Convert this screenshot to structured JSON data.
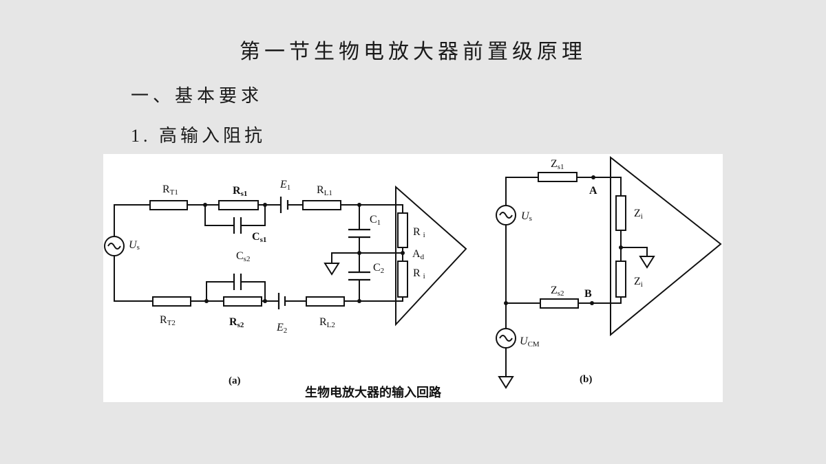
{
  "slide": {
    "title": "第一节生物电放大器前置级原理",
    "heading": "一、基本要求",
    "subheading": "1. 高输入阻抗"
  },
  "figure": {
    "caption": "生物电放大器的输入回路",
    "panel_a": {
      "label": "(a)",
      "labels": {
        "RT1": {
          "main": "R",
          "sub": "T1"
        },
        "Rs1": {
          "main": "R",
          "sub": "s1"
        },
        "E1": {
          "main": "E",
          "sub": "1"
        },
        "RL1": {
          "main": "R",
          "sub": "L1"
        },
        "C1": {
          "main": "C",
          "sub": "1"
        },
        "Ri_upper": {
          "main": "R",
          "sub": "i"
        },
        "Ad": {
          "main": "A",
          "sub": "d"
        },
        "Cs1": {
          "main": "C",
          "sub": "s1"
        },
        "Cs2": {
          "main": "C",
          "sub": "s2"
        },
        "C2": {
          "main": "C",
          "sub": "2"
        },
        "Ri_lower": {
          "main": "R",
          "sub": "i"
        },
        "RT2": {
          "main": "R",
          "sub": "T2"
        },
        "Rs2": {
          "main": "R",
          "sub": "s2"
        },
        "E2": {
          "main": "E",
          "sub": "2"
        },
        "RL2": {
          "main": "R",
          "sub": "L2"
        },
        "Us": {
          "main": "U",
          "sub": "s"
        }
      }
    },
    "panel_b": {
      "label": "(b)",
      "labels": {
        "Zs1": {
          "main": "Z",
          "sub": "s1"
        },
        "A": "A",
        "Us": {
          "main": "U",
          "sub": "s"
        },
        "Zi_upper": {
          "main": "Z",
          "sub": "i"
        },
        "Zs2": {
          "main": "Z",
          "sub": "s2"
        },
        "B": "B",
        "Zi_lower": {
          "main": "Z",
          "sub": "i"
        },
        "UCM": {
          "main": "U",
          "sub": "CM"
        }
      }
    }
  }
}
